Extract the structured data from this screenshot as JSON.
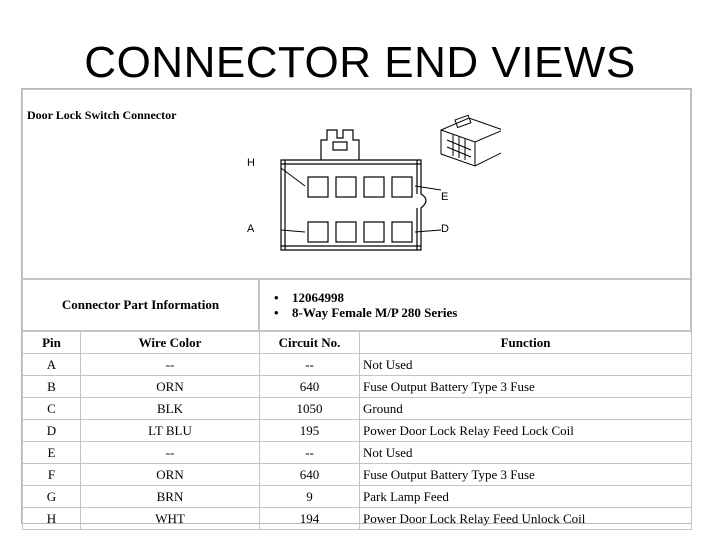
{
  "slide": {
    "title": "CONNECTOR END VIEWS"
  },
  "diagram": {
    "title": "Door Lock Switch Connector",
    "labels": {
      "H": "H",
      "E": "E",
      "A": "A",
      "D": "D"
    }
  },
  "part_info": {
    "label": "Connector Part Information",
    "items": [
      "12064998",
      "8-Way Female M/P 280 Series"
    ]
  },
  "table": {
    "headers": [
      "Pin",
      "Wire Color",
      "Circuit No.",
      "Function"
    ],
    "rows": [
      [
        "A",
        "--",
        "--",
        "Not Used"
      ],
      [
        "B",
        "ORN",
        "640",
        "Fuse Output Battery Type 3 Fuse"
      ],
      [
        "C",
        "BLK",
        "1050",
        "Ground"
      ],
      [
        "D",
        "LT BLU",
        "195",
        "Power Door Lock Relay Feed Lock Coil"
      ],
      [
        "E",
        "--",
        "--",
        "Not Used"
      ],
      [
        "F",
        "ORN",
        "640",
        "Fuse Output Battery Type 3 Fuse"
      ],
      [
        "G",
        "BRN",
        "9",
        "Park Lamp Feed"
      ],
      [
        "H",
        "WHT",
        "194",
        "Power Door Lock Relay Feed Unlock Coil"
      ]
    ]
  }
}
